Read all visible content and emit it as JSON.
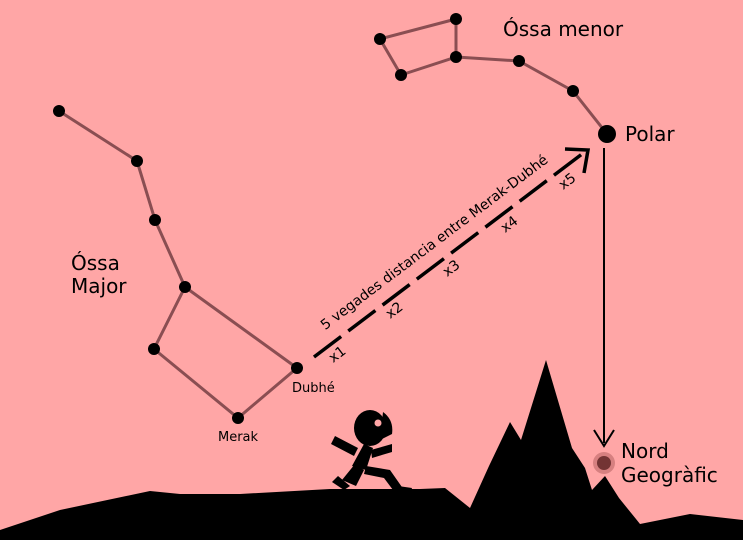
{
  "labels": {
    "ursa_minor": "Óssa menor",
    "ursa_major_line1": "Óssa",
    "ursa_major_line2": "Major",
    "polar": "Polar",
    "dubhe": "Dubhé",
    "merak": "Merak",
    "north_line1": "Nord",
    "north_line2": "Geogràfic",
    "distance": "5 vegades distancia entre Merak-Dubhé",
    "multipliers": [
      "x1",
      "x2",
      "x3",
      "x4",
      "x5"
    ]
  },
  "colors": {
    "background": "#ffa6a6",
    "constellation_line": "#8a4e52",
    "star": "#000000",
    "north_glow": "#6b2b2b"
  }
}
